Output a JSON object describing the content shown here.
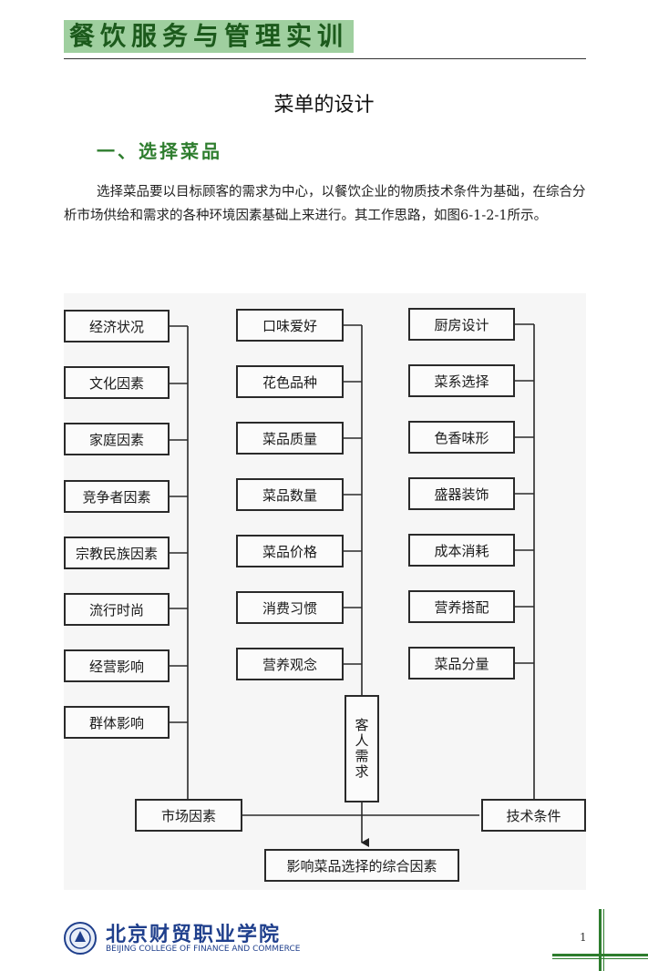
{
  "header": {
    "title": "餐饮服务与管理实训"
  },
  "document": {
    "title": "菜单的设计",
    "section_heading": "一、选择菜品",
    "paragraph": "选择菜品要以目标顾客的需求为中心，以餐饮企业的物质技术条件为基础，在综合分析市场供给和需求的各种环境因素基础上来进行。其工作思路，如图6-1-2-1所示。"
  },
  "diagram": {
    "left_column": [
      "经济状况",
      "文化因素",
      "家庭因素",
      "竞争者因素",
      "宗教民族因素",
      "流行时尚",
      "经营影响",
      "群体影响"
    ],
    "middle_column": [
      "口味爱好",
      "花色品种",
      "菜品质量",
      "菜品数量",
      "菜品价格",
      "消费习惯",
      "营养观念"
    ],
    "right_column": [
      "厨房设计",
      "菜系选择",
      "色香味形",
      "盛器装饰",
      "成本消耗",
      "营养搭配",
      "菜品分量"
    ],
    "market_box": "市场因素",
    "customer_box": "客人需求",
    "tech_box": "技术条件",
    "result_box": "影响菜品选择的综合因素"
  },
  "footer": {
    "school_cn": "北京财贸职业学院",
    "school_en": "BEIJING COLLEGE OF FINANCE AND COMMERCE",
    "page_number": "1"
  },
  "colors": {
    "header_bg": "#9fcf9f",
    "heading_green": "#2e7d2e",
    "footer_blue": "#1f3f8c"
  }
}
